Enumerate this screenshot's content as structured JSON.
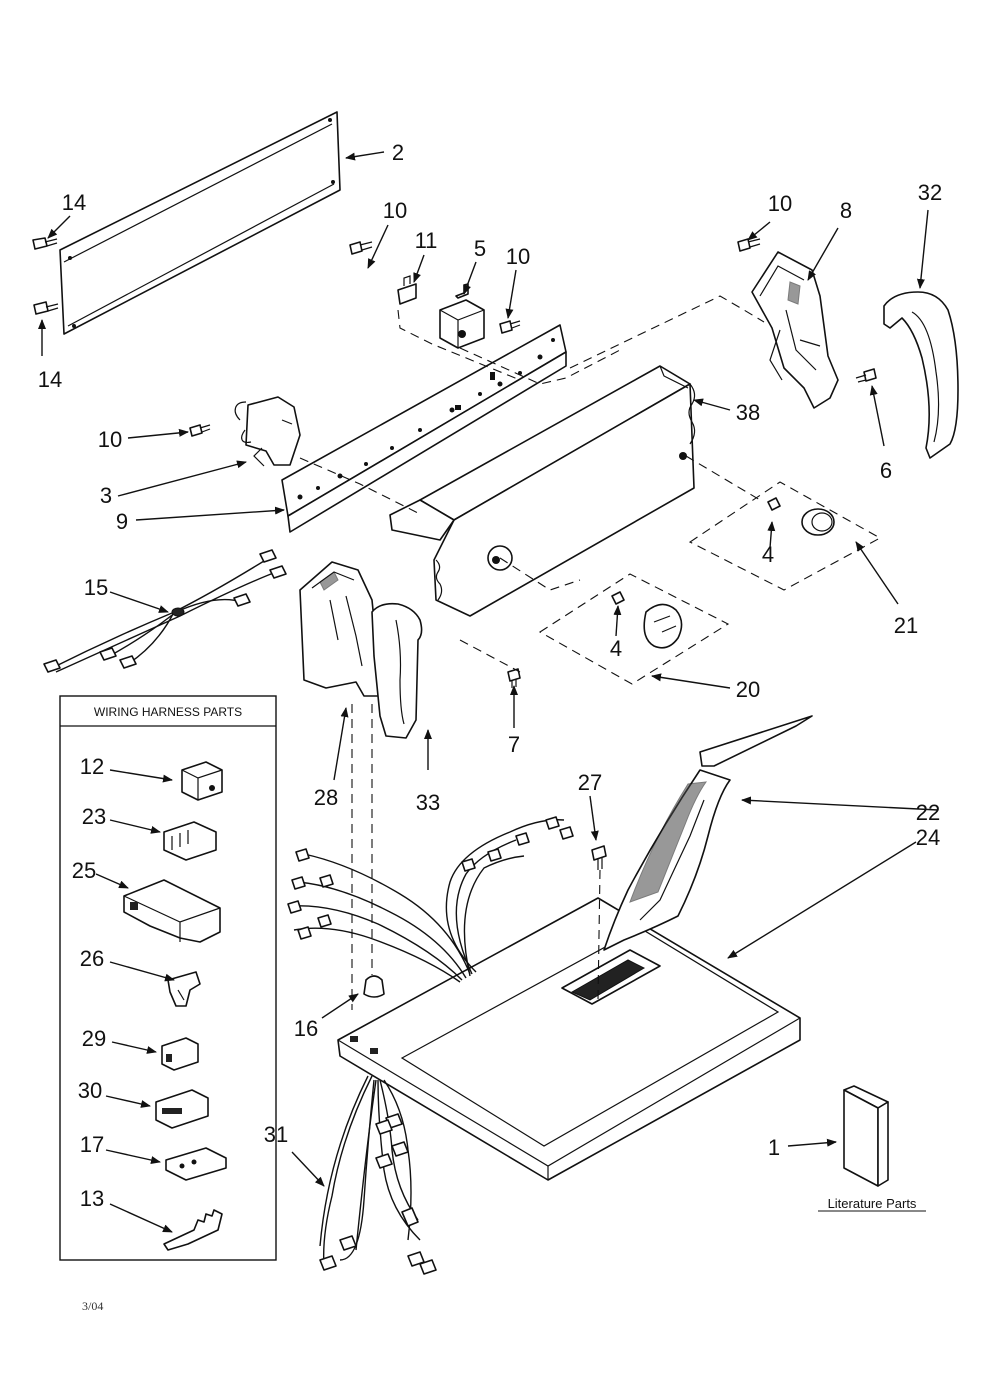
{
  "callouts": {
    "c1": "1",
    "c2": "2",
    "c3": "3",
    "c4a": "4",
    "c4b": "4",
    "c5": "5",
    "c6": "6",
    "c7": "7",
    "c8": "8",
    "c9": "9",
    "c10a": "10",
    "c10b": "10",
    "c10c": "10",
    "c10d": "10",
    "c11": "11",
    "c14a": "14",
    "c14b": "14",
    "c15": "15",
    "c16": "16",
    "c20": "20",
    "c21": "21",
    "c22": "22",
    "c24": "24",
    "c27": "27",
    "c28": "28",
    "c31": "31",
    "c32": "32",
    "c33": "33",
    "c38": "38"
  },
  "harness_box": {
    "title": "WIRING HARNESS PARTS",
    "items": [
      "12",
      "23",
      "25",
      "26",
      "29",
      "30",
      "17",
      "13"
    ]
  },
  "literature_label": "Literature Parts",
  "footer_date": "3/04"
}
